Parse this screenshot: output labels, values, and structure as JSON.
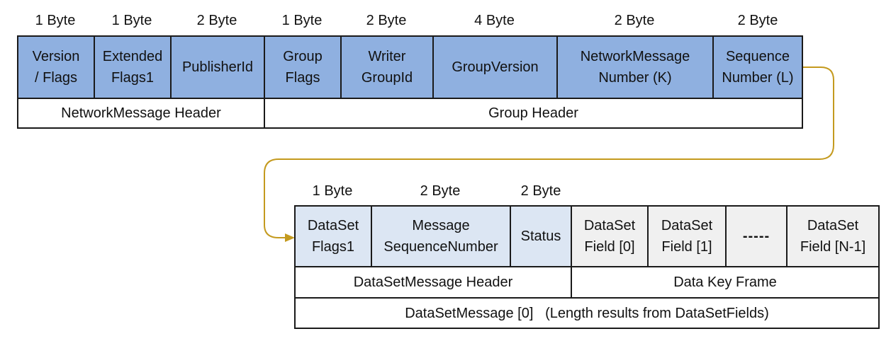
{
  "network_message": {
    "sizes": [
      "1 Byte",
      "1 Byte",
      "2 Byte",
      "1 Byte",
      "2 Byte",
      "4 Byte",
      "2 Byte",
      "2 Byte"
    ],
    "fields": [
      "Version\n/ Flags",
      "Extended\nFlags1",
      "PublisherId",
      "Group\nFlags",
      "Writer\nGroupId",
      "GroupVersion",
      "NetworkMessage\nNumber (K)",
      "Sequence\nNumber (L)"
    ],
    "network_header_label": "NetworkMessage Header",
    "group_header_label": "Group Header"
  },
  "dataset_message": {
    "sizes": [
      "1 Byte",
      "2 Byte",
      "2 Byte"
    ],
    "header_fields": [
      "DataSet\nFlags1",
      "Message\nSequenceNumber",
      "Status"
    ],
    "data_fields": [
      "DataSet\nField [0]",
      "DataSet\nField [1]",
      "-----",
      "DataSet\nField [N-1]"
    ],
    "header_label": "DataSetMessage Header",
    "key_frame_label": "Data Key Frame",
    "footer_label": "DataSetMessage [0]   (Length results from DataSetFields)"
  },
  "colors": {
    "dark_field": "#8fb0e0",
    "light_field": "#dce6f3",
    "data_field": "#f0f0f0",
    "connector": "#c49a1e"
  }
}
